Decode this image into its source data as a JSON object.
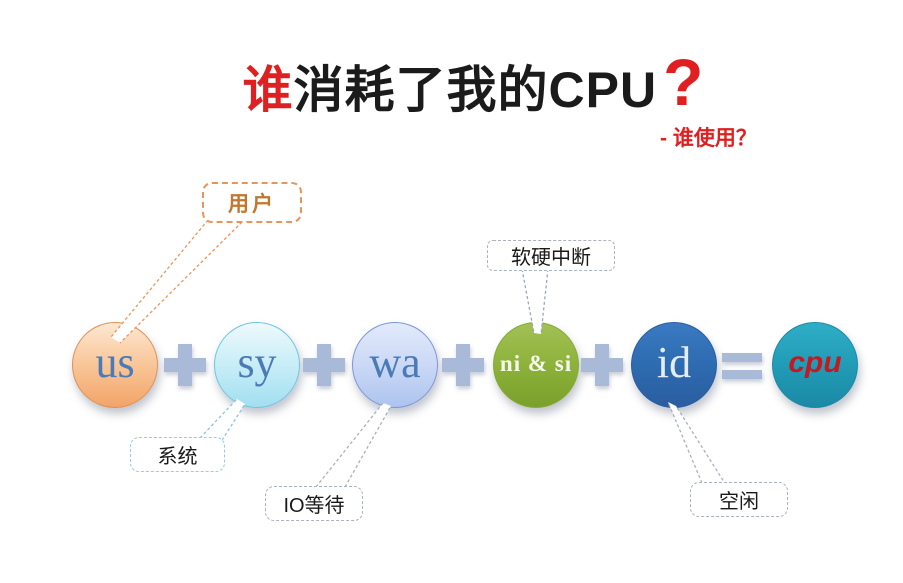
{
  "title": {
    "highlight": "谁",
    "main": "消耗了我的CPU",
    "question_mark": "?",
    "highlight_color": "#e02020",
    "text_color": "#1b1b1b"
  },
  "subtitle": {
    "text": "- 谁使用？",
    "color": "#e02020"
  },
  "diagram": {
    "equation": "us + sy + wa + ni & si + id = cpu",
    "nodes": [
      {
        "id": "us",
        "label": "us",
        "meaning": "用户",
        "fill_top": "#fde7d2",
        "fill_bottom": "#f2a468",
        "border": "#dd9054",
        "text_color": "#4a7ab8"
      },
      {
        "id": "sy",
        "label": "sy",
        "meaning": "系统",
        "fill_top": "#eef9fc",
        "fill_bottom": "#a2dff0",
        "border": "#6fc4e2",
        "text_color": "#4a7ab8"
      },
      {
        "id": "wa",
        "label": "wa",
        "meaning": "IO等待",
        "fill_top": "#e2eafb",
        "fill_bottom": "#adc4ee",
        "border": "#7b96d6",
        "text_color": "#4a7ab8"
      },
      {
        "id": "nisi",
        "label": "ni & si",
        "meaning": "软硬中断",
        "fill_top": "#a3c056",
        "fill_bottom": "#7aa02c",
        "border": "#86ac34",
        "text_color": "#f6f8ee"
      },
      {
        "id": "id",
        "label": "id",
        "meaning": "空闲",
        "fill_top": "#3a7ac2",
        "fill_bottom": "#2a5da0",
        "border": "#2a5da0",
        "text_color": "#e4edf6"
      },
      {
        "id": "cpu",
        "label": "cpu",
        "meaning": "",
        "fill_top": "#30aec6",
        "fill_bottom": "#1b89a6",
        "border": "#1b89a6",
        "text_color": "#c5191f"
      }
    ],
    "operators": [
      {
        "symbol": "+"
      },
      {
        "symbol": "+"
      },
      {
        "symbol": "+"
      },
      {
        "symbol": "+"
      },
      {
        "symbol": "="
      }
    ],
    "operator_color": "#a9bad9",
    "callouts": [
      {
        "text": "用户",
        "target": "us",
        "border_color": "#e8955a",
        "text_color": "#c2772e"
      },
      {
        "text": "系统",
        "target": "sy",
        "border_color": "#97cde1",
        "text_color": "#1a1a1a"
      },
      {
        "text": "IO等待",
        "target": "wa",
        "border_color": "#a9b3bf",
        "text_color": "#1a1a1a"
      },
      {
        "text": "软硬中断",
        "target": "nisi",
        "border_color": "#a9b3bf",
        "text_color": "#1a1a1a"
      },
      {
        "text": "空闲",
        "target": "id",
        "border_color": "#a9b3bf",
        "text_color": "#1a1a1a"
      }
    ]
  }
}
